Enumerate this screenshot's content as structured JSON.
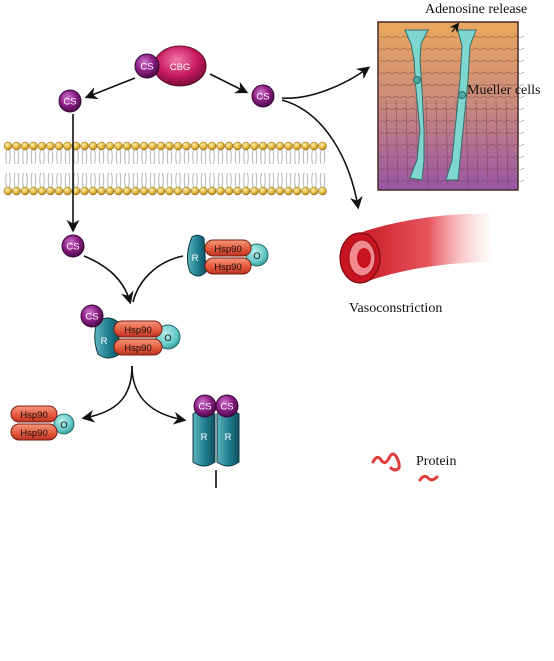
{
  "labels": {
    "adenosine": "Adenosine release",
    "mueller": "Mueller cells",
    "vasoconstriction": "Vasoconstriction",
    "protein": "Protein"
  },
  "molecules": {
    "cs": "CS",
    "cbg": "CBG",
    "hsp90": "Hsp90",
    "receptor": "R",
    "other": "O"
  },
  "colors": {
    "cs": "#8e1f86",
    "cbg": "#c8195e",
    "hsp90": "#e4563a",
    "receptor": "#1f7f8f",
    "other": "#5ec7c4",
    "membrane": "#e2b43a",
    "retina_top": "#e8a45a",
    "retina_bottom": "#a25aa8",
    "vessel": "#d8202a",
    "protein": "#e03b3b"
  }
}
